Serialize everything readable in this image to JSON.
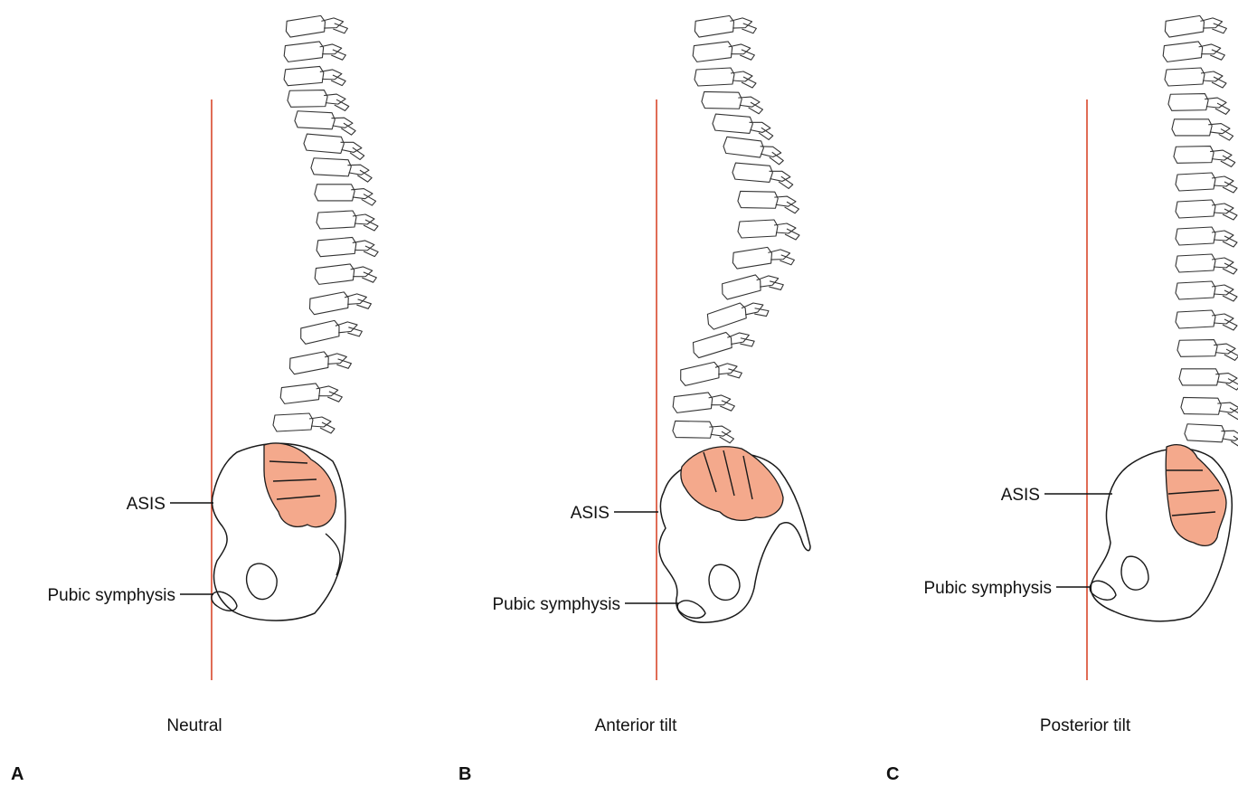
{
  "colors": {
    "plumb_line": "#d9472b",
    "sacrum_fill": "#f4a98c"
  },
  "panels": [
    {
      "letter": "A",
      "caption": "Neutral",
      "asis_label": "ASIS",
      "pubic_label": "Pubic symphysis"
    },
    {
      "letter": "B",
      "caption": "Anterior tilt",
      "asis_label": "ASIS",
      "pubic_label": "Pubic symphysis"
    },
    {
      "letter": "C",
      "caption": "Posterior tilt",
      "asis_label": "ASIS",
      "pubic_label": "Pubic symphysis"
    }
  ]
}
